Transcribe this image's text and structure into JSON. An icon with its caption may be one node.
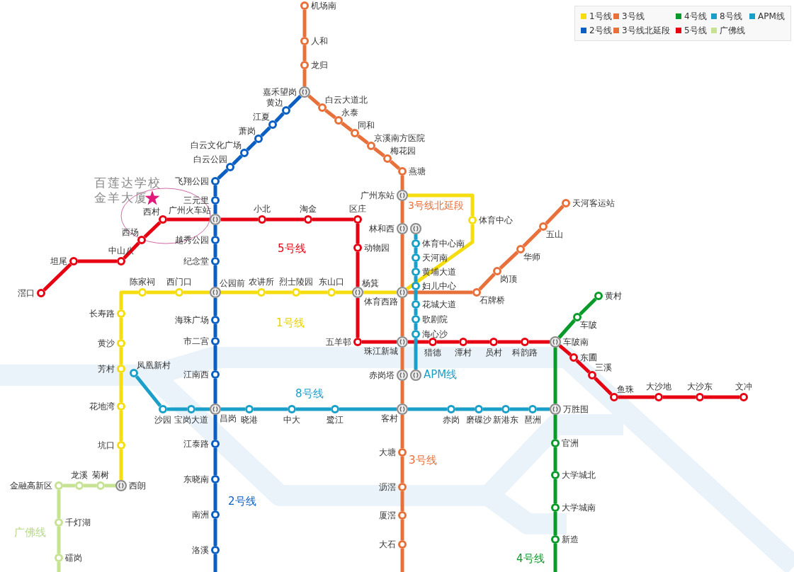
{
  "diagram": {
    "nodes": [
      {
        "text": [],
        "shape": "ring",
        "beside": [
          "机场南"
        ]
      },
      {
        "text": [],
        "shape": "ring",
        "beside": [
          "人和"
        ]
      },
      {
        "text": [],
        "shape": "ring",
        "beside": [
          "龙归"
        ]
      },
      {
        "text": [],
        "shape": "disc",
        "beside": [
          "嘉禾望岗"
        ]
      },
      {
        "text": [],
        "shape": "ring",
        "beside": [
          "白云大道北"
        ]
      },
      {
        "text": [],
        "shape": "ring",
        "beside": [
          "永泰"
        ]
      },
      {
        "text": [],
        "shape": "ring",
        "beside": [
          "同和"
        ]
      },
      {
        "text": [],
        "shape": "ring",
        "beside": [
          "京溪南方医院"
        ]
      },
      {
        "text": [],
        "shape": "ring",
        "beside": [
          "梅花园"
        ]
      },
      {
        "text": [],
        "shape": "ring",
        "beside": [
          "燕塘"
        ]
      },
      {
        "text": [],
        "shape": "ring",
        "beside": [
          "黄边"
        ]
      },
      {
        "text": [],
        "shape": "ring",
        "beside": [
          "江夏"
        ]
      },
      {
        "text": [],
        "shape": "ring",
        "beside": [
          "萧岗"
        ]
      },
      {
        "text": [],
        "shape": "ring",
        "beside": [
          "白云文化广场"
        ]
      },
      {
        "text": [],
        "shape": "ring",
        "beside": [
          "白云公园"
        ]
      },
      {
        "text": [],
        "shape": "ring",
        "beside": [
          "飞翔公园"
        ]
      },
      {
        "text": [],
        "shape": "ring",
        "beside": [
          "三元里"
        ]
      },
      {
        "text": [],
        "shape": "disc",
        "beside": [
          "广州火车站"
        ]
      },
      {
        "text": [],
        "shape": "ring",
        "beside": [
          "越秀公园"
        ]
      },
      {
        "text": [],
        "shape": "ring",
        "beside": [
          "纪念堂"
        ]
      },
      {
        "text": [],
        "shape": "ring",
        "beside": [
          "西村"
        ]
      },
      {
        "text": [],
        "shape": "ring",
        "beside": [
          "西场"
        ]
      },
      {
        "text": [],
        "shape": "ring",
        "beside": [
          "中山八"
        ]
      },
      {
        "text": [],
        "shape": "ring",
        "beside": [
          "坦尾"
        ]
      },
      {
        "text": [],
        "shape": "ring",
        "beside": [
          "滘口"
        ]
      },
      {
        "text": [],
        "shape": "ring",
        "beside": [
          "小北"
        ]
      },
      {
        "text": [],
        "shape": "ring",
        "beside": [
          "淘金"
        ]
      },
      {
        "text": [],
        "shape": "ring",
        "beside": [
          "区庄"
        ]
      },
      {
        "text": [],
        "shape": "ring",
        "beside": [
          "动物园"
        ]
      },
      {
        "text": [],
        "shape": "disc",
        "beside": [
          "广州东站"
        ]
      },
      {
        "text": [],
        "shape": "ring",
        "beside": [
          "体育中心"
        ]
      },
      {
        "text": [],
        "shape": "disc",
        "beside": [
          "林和西"
        ]
      },
      {
        "text": [],
        "shape": "disc"
      },
      {
        "text": [],
        "shape": "ring",
        "beside": [
          "体育中心南"
        ]
      },
      {
        "text": [],
        "shape": "ring",
        "beside": [
          "天河南"
        ]
      },
      {
        "text": [],
        "shape": "ring",
        "beside": [
          "黄埔大道"
        ]
      },
      {
        "text": [],
        "shape": "ring",
        "beside": [
          "妇儿中心"
        ]
      },
      {
        "text": [],
        "shape": "ring",
        "beside": [
          "天河客运站"
        ]
      },
      {
        "text": [],
        "shape": "ring",
        "beside": [
          "五山"
        ]
      },
      {
        "text": [],
        "shape": "ring",
        "beside": [
          "华师"
        ]
      },
      {
        "text": [],
        "shape": "ring",
        "beside": [
          "岗顶"
        ]
      },
      {
        "text": [],
        "shape": "ring",
        "beside": [
          "石牌桥"
        ]
      },
      {
        "text": [],
        "shape": "ring",
        "beside": [
          "陈家祠"
        ]
      },
      {
        "text": [],
        "shape": "ring",
        "beside": [
          "西门口"
        ]
      },
      {
        "text": [],
        "shape": "disc",
        "beside": [
          "公园前"
        ]
      },
      {
        "text": [],
        "shape": "ring",
        "beside": [
          "农讲所"
        ]
      },
      {
        "text": [],
        "shape": "ring",
        "beside": [
          "烈士陵园"
        ]
      },
      {
        "text": [],
        "shape": "ring",
        "beside": [
          "东山口"
        ]
      },
      {
        "text": [],
        "shape": "disc",
        "beside": [
          "杨箕"
        ]
      },
      {
        "text": [],
        "shape": "disc",
        "beside": [
          "体育西路"
        ]
      },
      {
        "text": [],
        "shape": "ring",
        "beside": [
          "长寿路"
        ]
      },
      {
        "text": [],
        "shape": "ring",
        "beside": [
          "黄沙"
        ]
      },
      {
        "text": [],
        "shape": "ring",
        "beside": [
          "芳村"
        ]
      },
      {
        "text": [],
        "shape": "ring",
        "beside": [
          "花地湾"
        ]
      },
      {
        "text": [],
        "shape": "ring",
        "beside": [
          "坑口"
        ]
      },
      {
        "text": [],
        "shape": "disc",
        "beside": [
          "西朗"
        ]
      },
      {
        "text": [],
        "shape": "ring",
        "beside": [
          "菊树"
        ]
      },
      {
        "text": [],
        "shape": "ring",
        "beside": [
          "龙溪"
        ]
      },
      {
        "text": [],
        "shape": "ring",
        "beside": [
          "金融高新区"
        ]
      },
      {
        "text": [],
        "shape": "ring",
        "beside": [
          "千灯湖"
        ]
      },
      {
        "text": [],
        "shape": "ring",
        "beside": [
          "礌岗"
        ]
      },
      {
        "text": [],
        "shape": "ring",
        "beside": [
          "海珠广场"
        ]
      },
      {
        "text": [],
        "shape": "ring",
        "beside": [
          "市二宫"
        ]
      },
      {
        "text": [],
        "shape": "ring",
        "beside": [
          "江南西"
        ]
      },
      {
        "text": [],
        "shape": "disc",
        "beside": [
          "昌岗"
        ]
      },
      {
        "text": [],
        "shape": "ring",
        "beside": [
          "江泰路"
        ]
      },
      {
        "text": [],
        "shape": "ring",
        "beside": [
          "东晓南"
        ]
      },
      {
        "text": [],
        "shape": "ring",
        "beside": [
          "南洲"
        ]
      },
      {
        "text": [],
        "shape": "ring",
        "beside": [
          "洛溪"
        ]
      },
      {
        "text": [],
        "shape": "ring",
        "beside": [
          "花城大道"
        ]
      },
      {
        "text": [],
        "shape": "ring",
        "beside": [
          "歌剧院"
        ]
      },
      {
        "text": [],
        "shape": "ring",
        "beside": [
          "海心沙"
        ]
      },
      {
        "text": [],
        "shape": "ring",
        "beside": [
          "五羊邨"
        ]
      },
      {
        "text": [],
        "shape": "disc",
        "beside": [
          "珠江新城"
        ]
      },
      {
        "text": [],
        "shape": "ring",
        "beside": [
          "猎德"
        ]
      },
      {
        "text": [],
        "shape": "ring",
        "beside": [
          "潭村"
        ]
      },
      {
        "text": [],
        "shape": "ring",
        "beside": [
          "员村"
        ]
      },
      {
        "text": [],
        "shape": "ring",
        "beside": [
          "科韵路"
        ]
      },
      {
        "text": [],
        "shape": "disc",
        "beside": [
          "车陂南"
        ]
      },
      {
        "text": [],
        "shape": "ring",
        "beside": [
          "东圃"
        ]
      },
      {
        "text": [],
        "shape": "ring",
        "beside": [
          "三溪"
        ]
      },
      {
        "text": [],
        "shape": "ring",
        "beside": [
          "鱼珠"
        ]
      },
      {
        "text": [],
        "shape": "ring",
        "beside": [
          "大沙地"
        ]
      },
      {
        "text": [],
        "shape": "ring",
        "beside": [
          "大沙东"
        ]
      },
      {
        "text": [],
        "shape": "ring",
        "beside": [
          "文冲"
        ]
      },
      {
        "text": [],
        "shape": "ring",
        "beside": [
          "黄村"
        ]
      },
      {
        "text": [],
        "shape": "ring",
        "beside": [
          "车陂"
        ]
      },
      {
        "text": [],
        "shape": "disc",
        "beside": [
          "赤岗塔"
        ]
      },
      {
        "text": [],
        "shape": "disc"
      },
      {
        "text": [],
        "shape": "ring",
        "beside": [
          "凤凰新村"
        ]
      },
      {
        "text": [],
        "shape": "ring",
        "beside": [
          "沙园"
        ]
      },
      {
        "text": [],
        "shape": "ring",
        "beside": [
          "宝岗大道"
        ]
      },
      {
        "text": [],
        "shape": "ring",
        "beside": [
          "晓港"
        ]
      },
      {
        "text": [],
        "shape": "ring",
        "beside": [
          "中大"
        ]
      },
      {
        "text": [],
        "shape": "ring",
        "beside": [
          "鹭江"
        ]
      },
      {
        "text": [],
        "shape": "disc",
        "beside": [
          "客村"
        ]
      },
      {
        "text": [],
        "shape": "ring",
        "beside": [
          "赤岗"
        ]
      },
      {
        "text": [],
        "shape": "ring",
        "beside": [
          "磨碟沙"
        ]
      },
      {
        "text": [],
        "shape": "ring",
        "beside": [
          "新港东"
        ]
      },
      {
        "text": [],
        "shape": "ring",
        "beside": [
          "琶洲"
        ]
      },
      {
        "text": [],
        "shape": "disc",
        "beside": [
          "万胜围"
        ]
      },
      {
        "text": [],
        "shape": "ring",
        "beside": [
          "官洲"
        ]
      },
      {
        "text": [],
        "shape": "ring",
        "beside": [
          "大学城北"
        ]
      },
      {
        "text": [],
        "shape": "ring",
        "beside": [
          "大学城南"
        ]
      },
      {
        "text": [],
        "shape": "ring",
        "beside": [
          "新造"
        ]
      },
      {
        "text": [],
        "shape": "ring",
        "beside": [
          "大塘"
        ]
      },
      {
        "text": [],
        "shape": "ring",
        "beside": [
          "沥滘"
        ]
      },
      {
        "text": [],
        "shape": "ring",
        "beside": [
          "厦滘"
        ]
      },
      {
        "text": [],
        "shape": "ring",
        "beside": [
          "大石"
        ]
      }
    ],
    "edges": [
      {
        "from": 0,
        "to": 1,
        "arrow": "none",
        "color": "#e8703a"
      },
      {
        "from": 1,
        "to": 2,
        "arrow": "none",
        "color": "#e8703a"
      },
      {
        "from": 2,
        "to": 3,
        "arrow": "none",
        "color": "#e8703a"
      },
      {
        "from": 3,
        "to": 4,
        "arrow": "none",
        "color": "#e8703a"
      },
      {
        "from": 4,
        "to": 5,
        "arrow": "none",
        "color": "#e8703a"
      },
      {
        "from": 5,
        "to": 6,
        "arrow": "none",
        "color": "#e8703a"
      },
      {
        "from": 6,
        "to": 7,
        "arrow": "none",
        "color": "#e8703a"
      },
      {
        "from": 7,
        "to": 8,
        "arrow": "none",
        "color": "#e8703a"
      },
      {
        "from": 8,
        "to": 9,
        "arrow": "none",
        "color": "#e8703a"
      },
      {
        "from": 9,
        "to": 29,
        "arrow": "none",
        "color": "#e8703a"
      },
      {
        "from": 29,
        "to": 31,
        "arrow": "none",
        "color": "#e8703a"
      },
      {
        "from": 31,
        "to": 49,
        "arrow": "none",
        "color": "#e8703a"
      },
      {
        "from": 49,
        "to": 73,
        "arrow": "none",
        "color": "#e8703a"
      },
      {
        "from": 73,
        "to": 87,
        "arrow": "none",
        "color": "#e8703a"
      },
      {
        "from": 87,
        "to": 95,
        "arrow": "none",
        "color": "#e8703a"
      },
      {
        "from": 95,
        "to": 105,
        "arrow": "none",
        "color": "#e8703a"
      },
      {
        "from": 105,
        "to": 106,
        "arrow": "none",
        "color": "#e8703a"
      },
      {
        "from": 106,
        "to": 107,
        "arrow": "none",
        "color": "#e8703a"
      },
      {
        "from": 107,
        "to": 108,
        "arrow": "none",
        "color": "#e8703a"
      },
      {
        "from": 108,
        "to": null,
        "arrow": "none",
        "color": "#e8703a"
      },
      {
        "from": 49,
        "to": 41,
        "arrow": "none",
        "color": "#e8703a"
      },
      {
        "from": 41,
        "to": 40,
        "arrow": "none",
        "color": "#e8703a"
      },
      {
        "from": 40,
        "to": 39,
        "arrow": "none",
        "color": "#e8703a"
      },
      {
        "from": 39,
        "to": 38,
        "arrow": "none",
        "color": "#e8703a"
      },
      {
        "from": 38,
        "to": 37,
        "arrow": "none",
        "color": "#e8703a"
      },
      {
        "from": 29,
        "to": 30,
        "arrow": "none",
        "color": "#f5dd10"
      },
      {
        "from": 30,
        "to": 49,
        "arrow": "none",
        "color": "#f5dd10"
      },
      {
        "from": 55,
        "to": 54,
        "arrow": "none",
        "color": "#f5dd10"
      },
      {
        "from": 54,
        "to": 53,
        "arrow": "none",
        "color": "#f5dd10"
      },
      {
        "from": 53,
        "to": 52,
        "arrow": "none",
        "color": "#f5dd10"
      },
      {
        "from": 52,
        "to": 51,
        "arrow": "none",
        "color": "#f5dd10"
      },
      {
        "from": 51,
        "to": 50,
        "arrow": "none",
        "color": "#f5dd10"
      },
      {
        "from": 50,
        "to": 42,
        "arrow": "none",
        "color": "#f5dd10"
      },
      {
        "from": 42,
        "to": 43,
        "arrow": "none",
        "color": "#f5dd10"
      },
      {
        "from": 43,
        "to": 44,
        "arrow": "none",
        "color": "#f5dd10"
      },
      {
        "from": 44,
        "to": 45,
        "arrow": "none",
        "color": "#f5dd10"
      },
      {
        "from": 45,
        "to": 46,
        "arrow": "none",
        "color": "#f5dd10"
      },
      {
        "from": 46,
        "to": 47,
        "arrow": "none",
        "color": "#f5dd10"
      },
      {
        "from": 47,
        "to": 48,
        "arrow": "none",
        "color": "#f5dd10"
      },
      {
        "from": 48,
        "to": 49,
        "arrow": "none",
        "color": "#f5dd10"
      },
      {
        "from": 3,
        "to": 10,
        "arrow": "none",
        "color": "#0b5fc2"
      },
      {
        "from": 10,
        "to": 11,
        "arrow": "none",
        "color": "#0b5fc2"
      },
      {
        "from": 11,
        "to": 12,
        "arrow": "none",
        "color": "#0b5fc2"
      },
      {
        "from": 12,
        "to": 13,
        "arrow": "none",
        "color": "#0b5fc2"
      },
      {
        "from": 13,
        "to": 14,
        "arrow": "none",
        "color": "#0b5fc2"
      },
      {
        "from": 14,
        "to": 15,
        "arrow": "none",
        "color": "#0b5fc2"
      },
      {
        "from": 15,
        "to": 16,
        "arrow": "none",
        "color": "#0b5fc2"
      },
      {
        "from": 16,
        "to": 17,
        "arrow": "none",
        "color": "#0b5fc2"
      },
      {
        "from": 17,
        "to": 18,
        "arrow": "none",
        "color": "#0b5fc2"
      },
      {
        "from": 18,
        "to": 19,
        "arrow": "none",
        "color": "#0b5fc2"
      },
      {
        "from": 19,
        "to": 44,
        "arrow": "none",
        "color": "#0b5fc2"
      },
      {
        "from": 44,
        "to": 61,
        "arrow": "none",
        "color": "#0b5fc2"
      },
      {
        "from": 61,
        "to": 62,
        "arrow": "none",
        "color": "#0b5fc2"
      },
      {
        "from": 62,
        "to": 63,
        "arrow": "none",
        "color": "#0b5fc2"
      },
      {
        "from": 63,
        "to": 64,
        "arrow": "none",
        "color": "#0b5fc2"
      },
      {
        "from": 64,
        "to": 65,
        "arrow": "none",
        "color": "#0b5fc2"
      },
      {
        "from": 65,
        "to": 66,
        "arrow": "none",
        "color": "#0b5fc2"
      },
      {
        "from": 66,
        "to": 67,
        "arrow": "none",
        "color": "#0b5fc2"
      },
      {
        "from": 67,
        "to": 68,
        "arrow": "none",
        "color": "#0b5fc2"
      },
      {
        "from": 68,
        "to": null,
        "arrow": "none",
        "color": "#0b5fc2"
      },
      {
        "from": 24,
        "to": 23,
        "arrow": "none",
        "color": "#e60012"
      },
      {
        "from": 23,
        "to": 22,
        "arrow": "none",
        "color": "#e60012"
      },
      {
        "from": 22,
        "to": 21,
        "arrow": "none",
        "color": "#e60012"
      },
      {
        "from": 21,
        "to": 20,
        "arrow": "none",
        "color": "#e60012"
      },
      {
        "from": 20,
        "to": 17,
        "arrow": "none",
        "color": "#e60012"
      },
      {
        "from": 17,
        "to": 25,
        "arrow": "none",
        "color": "#e60012"
      },
      {
        "from": 25,
        "to": 26,
        "arrow": "none",
        "color": "#e60012"
      },
      {
        "from": 26,
        "to": 27,
        "arrow": "none",
        "color": "#e60012"
      },
      {
        "from": 27,
        "to": 28,
        "arrow": "none",
        "color": "#e60012"
      },
      {
        "from": 28,
        "to": 48,
        "arrow": "none",
        "color": "#e60012"
      },
      {
        "from": 48,
        "to": 72,
        "arrow": "none",
        "color": "#e60012"
      },
      {
        "from": 72,
        "to": 73,
        "arrow": "none",
        "color": "#e60012"
      },
      {
        "from": 73,
        "to": 74,
        "arrow": "none",
        "color": "#e60012"
      },
      {
        "from": 74,
        "to": 75,
        "arrow": "none",
        "color": "#e60012"
      },
      {
        "from": 75,
        "to": 76,
        "arrow": "none",
        "color": "#e60012"
      },
      {
        "from": 76,
        "to": 77,
        "arrow": "none",
        "color": "#e60012"
      },
      {
        "from": 77,
        "to": 78,
        "arrow": "none",
        "color": "#e60012"
      },
      {
        "from": 78,
        "to": 79,
        "arrow": "none",
        "color": "#e60012"
      },
      {
        "from": 79,
        "to": 80,
        "arrow": "none",
        "color": "#e60012"
      },
      {
        "from": 80,
        "to": 81,
        "arrow": "none",
        "color": "#e60012"
      },
      {
        "from": 81,
        "to": 82,
        "arrow": "none",
        "color": "#e60012"
      },
      {
        "from": 82,
        "to": 83,
        "arrow": "none",
        "color": "#e60012"
      },
      {
        "from": 83,
        "to": 84,
        "arrow": "none",
        "color": "#e60012"
      },
      {
        "from": 32,
        "to": 33,
        "arrow": "none",
        "color": "#1a9fc9"
      },
      {
        "from": 33,
        "to": 34,
        "arrow": "none",
        "color": "#1a9fc9"
      },
      {
        "from": 34,
        "to": 35,
        "arrow": "none",
        "color": "#1a9fc9"
      },
      {
        "from": 35,
        "to": 36,
        "arrow": "none",
        "color": "#1a9fc9"
      },
      {
        "from": 36,
        "to": 69,
        "arrow": "none",
        "color": "#1a9fc9"
      },
      {
        "from": 69,
        "to": 70,
        "arrow": "none",
        "color": "#1a9fc9"
      },
      {
        "from": 70,
        "to": 71,
        "arrow": "none",
        "color": "#1a9fc9"
      },
      {
        "from": 71,
        "to": 88,
        "arrow": "none",
        "color": "#1a9fc9"
      },
      {
        "from": 89,
        "to": 90,
        "arrow": "none",
        "color": "#1a9fc9"
      },
      {
        "from": 90,
        "to": 91,
        "arrow": "none",
        "color": "#1a9fc9"
      },
      {
        "from": 91,
        "to": 64,
        "arrow": "none",
        "color": "#1a9fc9"
      },
      {
        "from": 64,
        "to": 92,
        "arrow": "none",
        "color": "#1a9fc9"
      },
      {
        "from": 92,
        "to": 93,
        "arrow": "none",
        "color": "#1a9fc9"
      },
      {
        "from": 93,
        "to": 94,
        "arrow": "none",
        "color": "#1a9fc9"
      },
      {
        "from": 94,
        "to": 95,
        "arrow": "none",
        "color": "#1a9fc9"
      },
      {
        "from": 95,
        "to": 96,
        "arrow": "none",
        "color": "#1a9fc9"
      },
      {
        "from": 96,
        "to": 97,
        "arrow": "none",
        "color": "#1a9fc9"
      },
      {
        "from": 97,
        "to": 98,
        "arrow": "none",
        "color": "#1a9fc9"
      },
      {
        "from": 98,
        "to": 99,
        "arrow": "none",
        "color": "#1a9fc9"
      },
      {
        "from": 99,
        "to": 100,
        "arrow": "none",
        "color": "#1a9fc9"
      },
      {
        "from": 85,
        "to": 86,
        "arrow": "none",
        "color": "#0a9a2a"
      },
      {
        "from": 86,
        "to": 78,
        "arrow": "none",
        "color": "#0a9a2a"
      },
      {
        "from": 78,
        "to": 100,
        "arrow": "none",
        "color": "#0a9a2a"
      },
      {
        "from": 100,
        "to": 101,
        "arrow": "none",
        "color": "#0a9a2a"
      },
      {
        "from": 101,
        "to": 102,
        "arrow": "none",
        "color": "#0a9a2a"
      },
      {
        "from": 102,
        "to": 103,
        "arrow": "none",
        "color": "#0a9a2a"
      },
      {
        "from": 103,
        "to": 104,
        "arrow": "none",
        "color": "#0a9a2a"
      },
      {
        "from": 104,
        "to": null,
        "arrow": "none",
        "color": "#0a9a2a"
      },
      {
        "from": 55,
        "to": 56,
        "arrow": "none",
        "color": "#c6e293"
      },
      {
        "from": 56,
        "to": 57,
        "arrow": "none",
        "color": "#c6e293"
      },
      {
        "from": 57,
        "to": 58,
        "arrow": "none",
        "color": "#c6e293"
      },
      {
        "from": 58,
        "to": 59,
        "arrow": "none",
        "color": "#c6e293"
      },
      {
        "from": 59,
        "to": 60,
        "arrow": "none",
        "color": "#c6e293"
      },
      {
        "from": 60,
        "to": null,
        "arrow": "none",
        "color": "#c6e293"
      }
    ],
    "labels": [
      "百莲达学校",
      "金羊大厦",
      "3号线北延段",
      "5号线",
      "1号线",
      "APM线",
      "8号线",
      "3号线",
      "2号线",
      "广佛线",
      "4号线"
    ],
    "legend": [
      {
        "text": "1号线",
        "color": "#f5dd10"
      },
      {
        "text": "3号线",
        "color": "#e8703a"
      },
      {
        "text": "4号线",
        "color": "#0a9a2a"
      },
      {
        "text": "8号线",
        "color": "#1a9fc9"
      },
      {
        "text": "APM线",
        "color": "#1a9fc9"
      },
      {
        "text": "2号线",
        "color": "#0b5fc2"
      },
      {
        "text": "3号线北延段",
        "color": "#e8703a"
      },
      {
        "text": "5号线",
        "color": "#e60012"
      },
      {
        "text": "广佛线",
        "color": "#c6e293"
      }
    ]
  }
}
